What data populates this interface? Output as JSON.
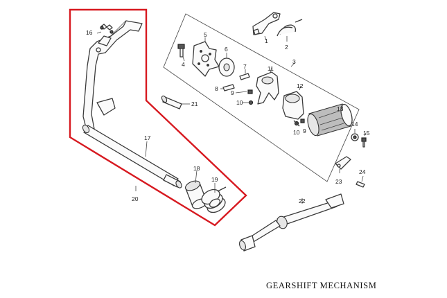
{
  "title": "GEARSHIFT MECHANISM",
  "highlight_color": "#d71920",
  "callouts": {
    "p1": "1",
    "p2": "2",
    "p3": "3",
    "p4": "4",
    "p5": "5",
    "p6": "6",
    "p7": "7",
    "p8": "8",
    "p9": "9",
    "p10a": "10",
    "p10b": "10",
    "p11": "11",
    "p12": "12",
    "p13": "13",
    "p14": "14",
    "p15": "15",
    "p16": "16",
    "p17": "17",
    "p18": "18",
    "p19": "19",
    "p20": "20",
    "p21": "21",
    "p22": "22",
    "p23": "23",
    "p24": "24"
  }
}
